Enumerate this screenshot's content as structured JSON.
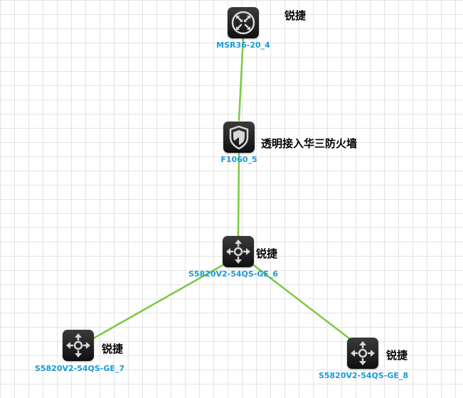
{
  "diagram": {
    "link_color": "#7ac943",
    "label_color": "#1a9ad6",
    "nodes": [
      {
        "id": "msr",
        "label": "MSR36-20_4",
        "note": "锐捷",
        "icon": "router-icon"
      },
      {
        "id": "fw",
        "label": "F1060_5",
        "note": "透明接入华三防火墙",
        "icon": "firewall-icon"
      },
      {
        "id": "sw6",
        "label": "S5820V2-54QS-GE_6",
        "note": "锐捷",
        "icon": "switch-icon"
      },
      {
        "id": "sw7",
        "label": "S5820V2-54QS-GE_7",
        "note": "锐捷",
        "icon": "switch-icon"
      },
      {
        "id": "sw8",
        "label": "S5820V2-54QS-GE_8",
        "note": "锐捷",
        "icon": "switch-icon"
      }
    ],
    "links": [
      {
        "from": "MSR36-20_4",
        "to": "F1060_5"
      },
      {
        "from": "F1060_5",
        "to": "S5820V2-54QS-GE_6"
      },
      {
        "from": "S5820V2-54QS-GE_6",
        "to": "S5820V2-54QS-GE_7"
      },
      {
        "from": "S5820V2-54QS-GE_6",
        "to": "S5820V2-54QS-GE_8"
      }
    ]
  }
}
